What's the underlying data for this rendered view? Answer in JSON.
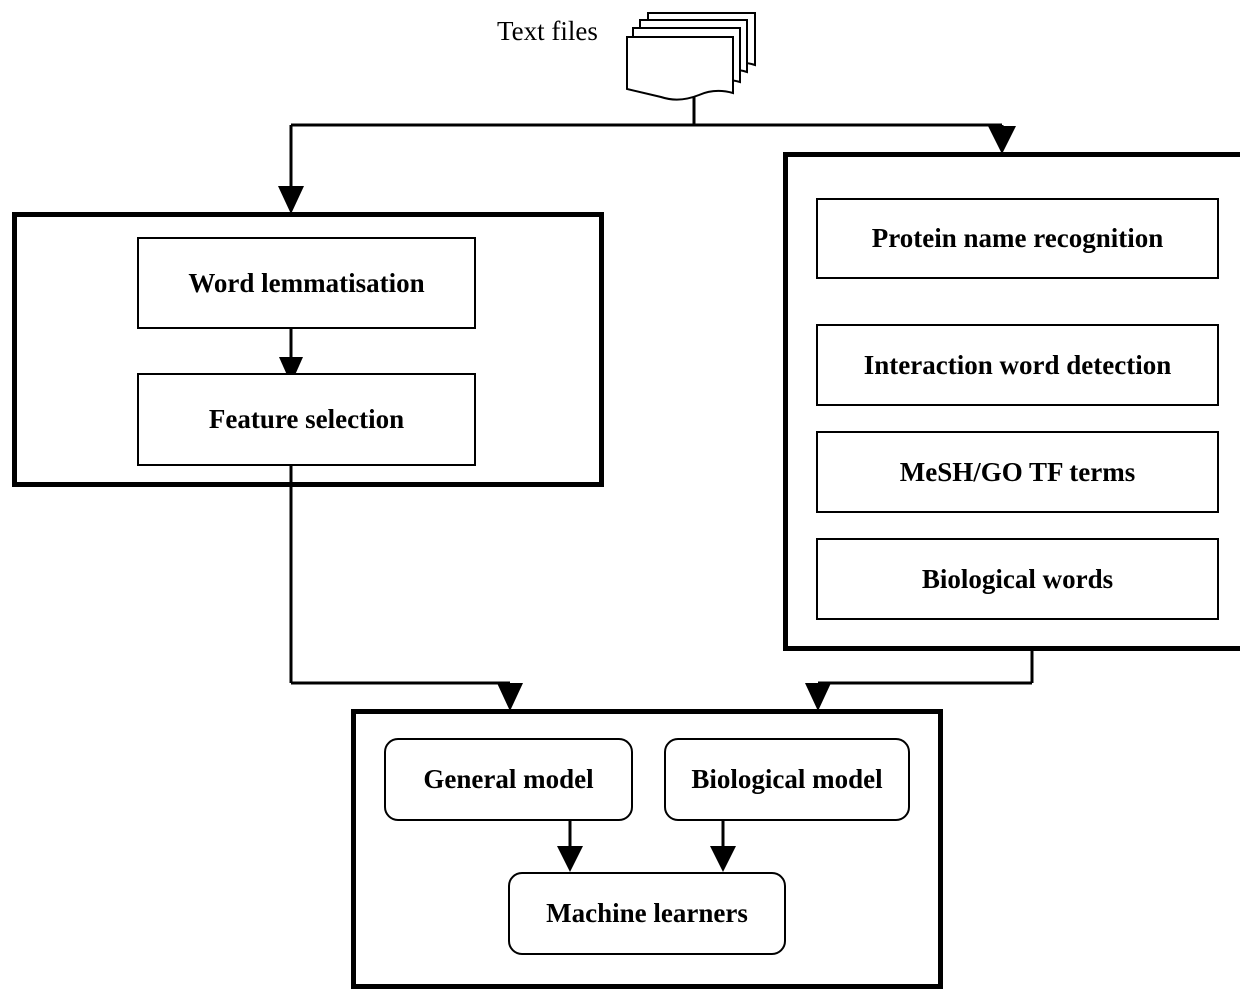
{
  "input": {
    "label": "Text files"
  },
  "left_group": {
    "steps": [
      "Word lemmatisation",
      "Feature selection"
    ]
  },
  "right_group": {
    "steps": [
      "Protein name recognition",
      "Interaction word detection",
      "MeSH/GO TF terms",
      "Biological words"
    ]
  },
  "bottom_group": {
    "models": [
      "General model",
      "Biological model"
    ],
    "learners": "Machine learners"
  }
}
